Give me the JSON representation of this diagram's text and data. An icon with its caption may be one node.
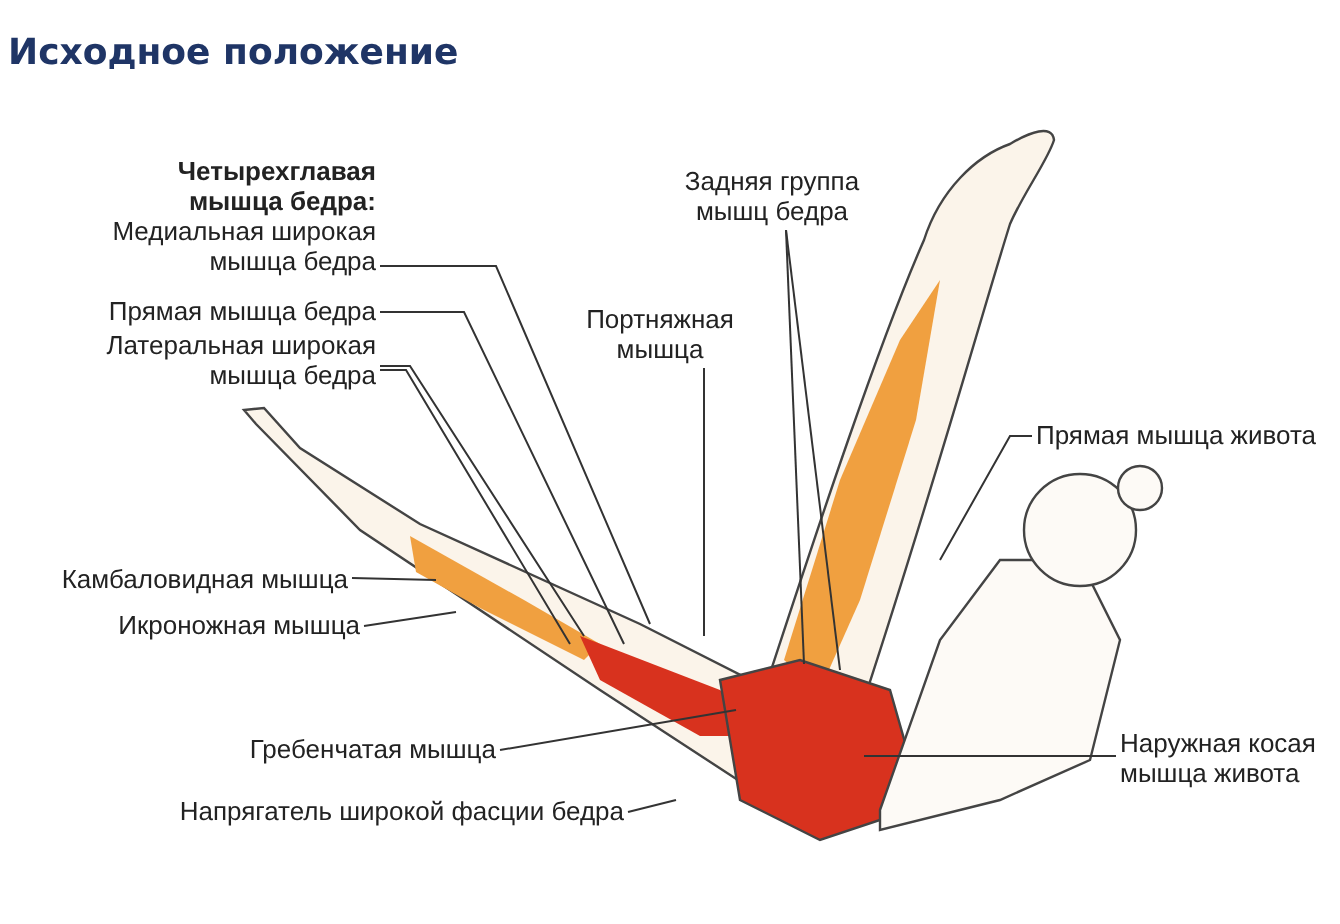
{
  "diagram": {
    "title": "Исходное положение",
    "nodes": [
      {
        "text": [
          "Медиальная широкая мышца бедра"
        ]
      },
      {
        "text": [
          "Прямая мышца бедра"
        ]
      },
      {
        "text": [
          "Латеральная широкая мышца бедра"
        ]
      },
      {
        "text": [
          "Задняя группа мышц бедра"
        ]
      },
      {
        "text": [
          "Портняжная мышца"
        ]
      },
      {
        "text": [
          "Прямая мышца живота"
        ]
      },
      {
        "text": [
          "Камбаловидная мышца"
        ]
      },
      {
        "text": [
          "Икроножная мышца"
        ]
      },
      {
        "text": [
          "Гребенчатая мышца"
        ]
      },
      {
        "text": [
          "Напрягатель широкой фасции бедра"
        ]
      },
      {
        "text": [
          "Наружная косая мышца живота"
        ]
      }
    ],
    "edges": [
      {
        "from": 0,
        "to": null,
        "arrow": "none"
      },
      {
        "from": 1,
        "to": null,
        "arrow": "none"
      },
      {
        "from": 2,
        "to": null,
        "arrow": "none"
      },
      {
        "from": 2,
        "to": null,
        "arrow": "none"
      },
      {
        "from": 3,
        "to": null,
        "arrow": "none"
      },
      {
        "from": 3,
        "to": null,
        "arrow": "none"
      },
      {
        "from": 4,
        "to": null,
        "arrow": "none"
      },
      {
        "from": 5,
        "to": null,
        "arrow": "none"
      },
      {
        "from": 6,
        "to": null,
        "arrow": "none"
      },
      {
        "from": 7,
        "to": null,
        "arrow": "none"
      },
      {
        "from": 8,
        "to": null,
        "arrow": "none"
      },
      {
        "from": 9,
        "to": null,
        "arrow": "none"
      },
      {
        "from": 10,
        "to": null,
        "arrow": "none"
      }
    ],
    "labels": [
      "Четырехглавая мышца бедра:"
    ]
  }
}
